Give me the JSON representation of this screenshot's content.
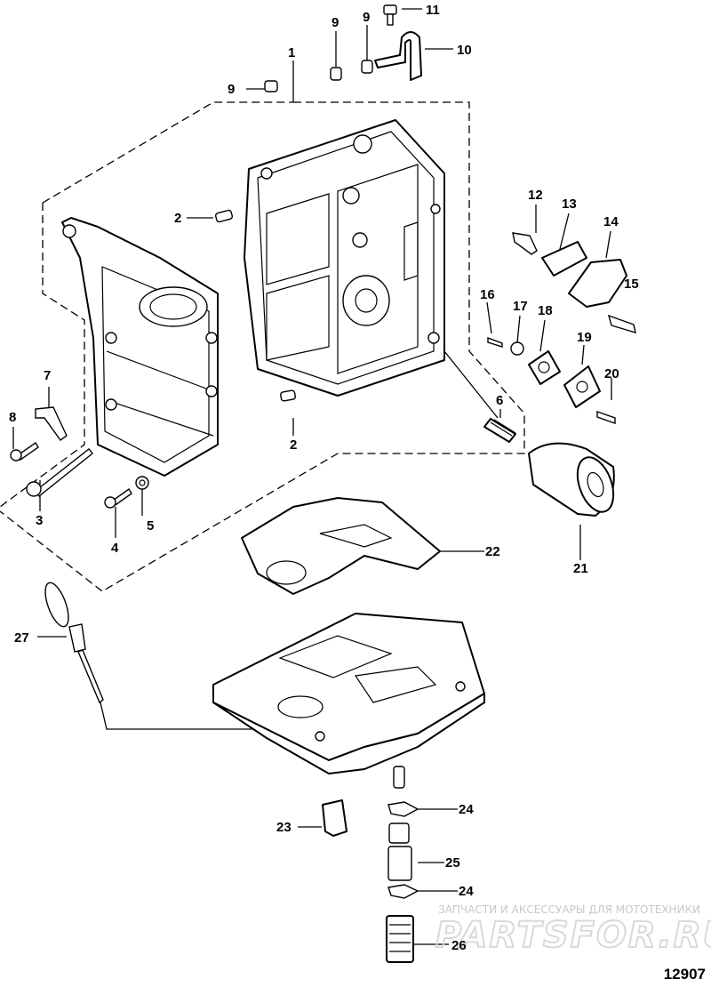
{
  "diagram": {
    "figure_number": "12907",
    "callouts": [
      {
        "id": "c1",
        "label": "1"
      },
      {
        "id": "c2a",
        "label": "2"
      },
      {
        "id": "c2b",
        "label": "2"
      },
      {
        "id": "c3",
        "label": "3"
      },
      {
        "id": "c4",
        "label": "4"
      },
      {
        "id": "c5",
        "label": "5"
      },
      {
        "id": "c6",
        "label": "6"
      },
      {
        "id": "c7",
        "label": "7"
      },
      {
        "id": "c8",
        "label": "8"
      },
      {
        "id": "c9a",
        "label": "9"
      },
      {
        "id": "c9b",
        "label": "9"
      },
      {
        "id": "c9c",
        "label": "9"
      },
      {
        "id": "c10",
        "label": "10"
      },
      {
        "id": "c11",
        "label": "11"
      },
      {
        "id": "c12",
        "label": "12"
      },
      {
        "id": "c13",
        "label": "13"
      },
      {
        "id": "c14",
        "label": "14"
      },
      {
        "id": "c15",
        "label": "15"
      },
      {
        "id": "c16",
        "label": "16"
      },
      {
        "id": "c17",
        "label": "17"
      },
      {
        "id": "c18",
        "label": "18"
      },
      {
        "id": "c19",
        "label": "19"
      },
      {
        "id": "c20",
        "label": "20"
      },
      {
        "id": "c21",
        "label": "21"
      },
      {
        "id": "c22",
        "label": "22"
      },
      {
        "id": "c23",
        "label": "23"
      },
      {
        "id": "c24a",
        "label": "24"
      },
      {
        "id": "c24b",
        "label": "24"
      },
      {
        "id": "c25",
        "label": "25"
      },
      {
        "id": "c26",
        "label": "26"
      },
      {
        "id": "c27",
        "label": "27"
      }
    ]
  },
  "watermark": {
    "tagline": "ЗАПЧАСТИ И АКСЕССУАРЫ ДЛЯ МОТОТЕХНИКИ",
    "logo": "PARTSFOR.RU"
  }
}
